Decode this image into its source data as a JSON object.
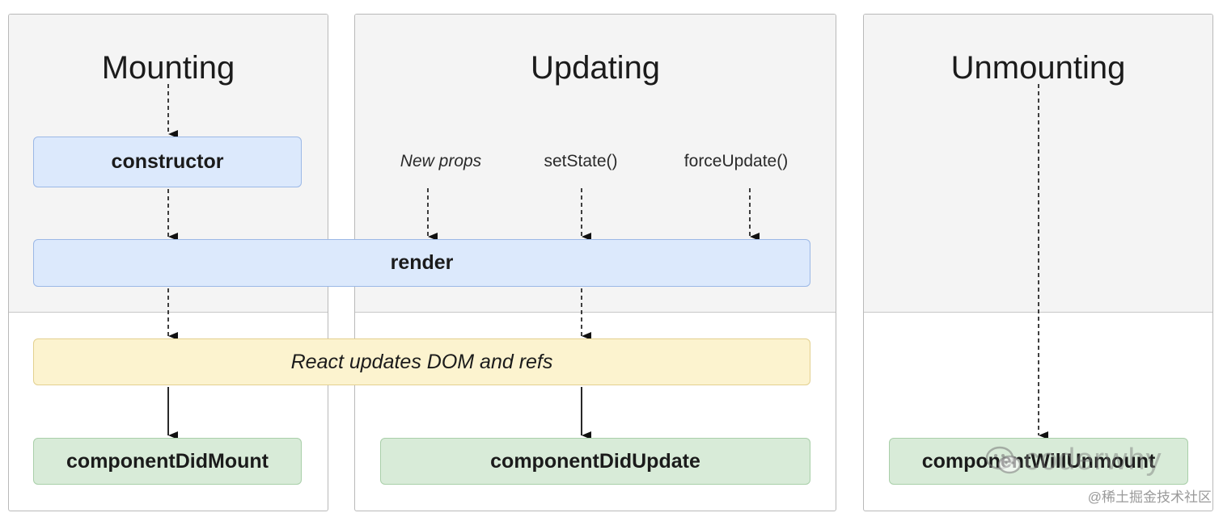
{
  "columns": {
    "mounting": {
      "title": "Mounting"
    },
    "updating": {
      "title": "Updating"
    },
    "unmounting": {
      "title": "Unmounting"
    }
  },
  "triggers": {
    "new_props": "New props",
    "set_state": "setState()",
    "force_update": "forceUpdate()"
  },
  "boxes": {
    "constructor": "constructor",
    "render": "render",
    "dom_update": "React updates DOM and refs",
    "did_mount": "componentDidMount",
    "did_update": "componentDidUpdate",
    "will_unmount": "componentWillUnmount"
  },
  "colors": {
    "phase_top_bg": "#f4f4f4",
    "blue_box": "#dce9fc",
    "yellow_box": "#fcf3cf",
    "green_box": "#d8ebd8",
    "arrow": "#111111"
  },
  "watermark": {
    "handle": "coderwhy",
    "site": "@稀土掘金技术社区"
  }
}
